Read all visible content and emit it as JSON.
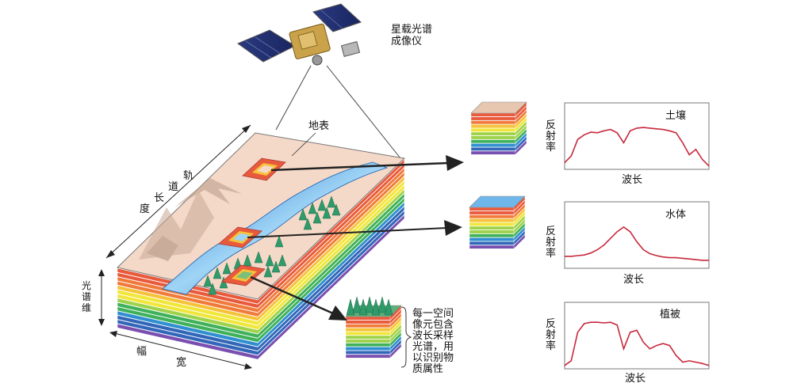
{
  "diagram": {
    "satellite_label_line1": "星载光谱",
    "satellite_label_line2": "成像仪",
    "surface_label": "地表",
    "orbit_length_label_chars": [
      "轨",
      "道",
      "长",
      "度"
    ],
    "spectral_dimension_label_chars": [
      "光",
      "谱",
      "维"
    ],
    "swath_width_label_chars": [
      "幅",
      "宽"
    ],
    "pixel_note_lines": [
      "每一空间",
      "像元包含",
      "波长采样",
      "光谱，用",
      "以识别物",
      "质属性"
    ],
    "layer_colors": [
      "#e85a3c",
      "#f07a3a",
      "#f6c23a",
      "#f1e63a",
      "#9ed24a",
      "#3fb15a",
      "#2f8fd0",
      "#3266b8",
      "#7a4fb0"
    ]
  },
  "panels": [
    {
      "title": "土壤",
      "ylabel_chars": [
        "反",
        "射",
        "率"
      ],
      "xlabel": "波长",
      "curve_color": "#c8283c",
      "samples": [
        0.1,
        0.2,
        0.45,
        0.52,
        0.56,
        0.55,
        0.58,
        0.6,
        0.55,
        0.4,
        0.58,
        0.62,
        0.63,
        0.62,
        0.61,
        0.6,
        0.58,
        0.55,
        0.4,
        0.22,
        0.3,
        0.15,
        0.05
      ]
    },
    {
      "title": "水体",
      "ylabel_chars": [
        "反",
        "射",
        "率"
      ],
      "xlabel": "波长",
      "curve_color": "#c8283c",
      "samples": [
        0.18,
        0.18,
        0.19,
        0.2,
        0.23,
        0.28,
        0.35,
        0.45,
        0.55,
        0.62,
        0.55,
        0.4,
        0.28,
        0.22,
        0.19,
        0.17,
        0.16,
        0.16,
        0.15,
        0.14,
        0.13,
        0.12,
        0.12
      ]
    },
    {
      "title": "植被",
      "ylabel_chars": [
        "反",
        "射",
        "率"
      ],
      "xlabel": "波长",
      "curve_color": "#c8283c",
      "samples": [
        0.05,
        0.12,
        0.55,
        0.68,
        0.7,
        0.7,
        0.69,
        0.7,
        0.66,
        0.3,
        0.55,
        0.58,
        0.4,
        0.3,
        0.35,
        0.38,
        0.35,
        0.2,
        0.1,
        0.12,
        0.1,
        0.08,
        0.05
      ]
    }
  ]
}
